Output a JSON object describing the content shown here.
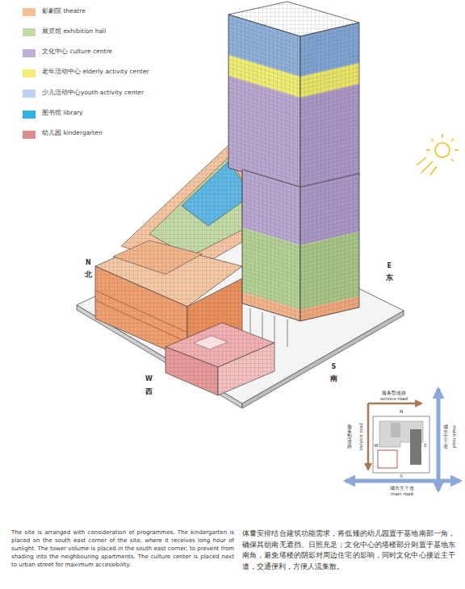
{
  "diagram": {
    "labels": [
      "N",
      "北",
      "E",
      "东",
      "W",
      "西",
      "S",
      "南",
      "服务型道路",
      "service road",
      "服务型道路",
      "service road",
      "城市主干道",
      "main road",
      "城市主干道",
      "main road",
      "N",
      "E",
      "S",
      "W",
      "The site is arranged with consideration of programmes. The kindergarten is placed on the south east corner of the site, where it receives long hour of sunlight. The tower volume is placed in the south east corner, to prevent from shading into the neighbouring apartments. The culture center is placed next to urban street for maximum accessibility.",
      "体量安排结合建筑功能需求，将低矮的幼儿园置于基地南部一角，确保其朝南无遮挡、日照充足；文化中心的塔楼部分则置于基地东南角，避免塔楼的阴影对周边住宅的影响，同时文化中心接近主干道，交通便利，方便人流集散。"
    ],
    "legend": [
      {
        "text": "影劇院 theatre",
        "color": "#f6be96"
      },
      {
        "text": "展览馆 exhibition hall",
        "color": "#c3d9a6"
      },
      {
        "text": "文化中心 culture centre",
        "color": "#bfaed6"
      },
      {
        "text": "老年活动中心 elderly activity center",
        "color": "#f2ee78"
      },
      {
        "text": "少儿活动中心youth activity center",
        "color": "#bcd2f2"
      },
      {
        "text": "图书馆 library",
        "color": "#2fb2e4"
      },
      {
        "text": "幼儿园 kindergarten",
        "color": "#d88e8e"
      }
    ]
  }
}
